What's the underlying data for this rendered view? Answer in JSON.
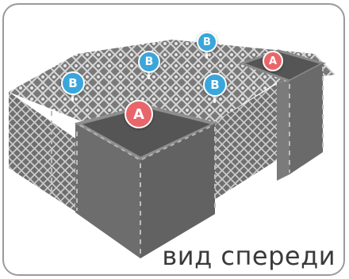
{
  "caption": "вид спереди",
  "markers": {
    "a_large": "A",
    "a_small": "A",
    "b_left": "B",
    "b_mid": "B",
    "b_top": "B",
    "b_right": "B"
  },
  "colors": {
    "frame_border": "#9a9a9a",
    "model_gray": "#6b6b6b",
    "marker_a": "#e8666a",
    "marker_b": "#3aa6db"
  }
}
